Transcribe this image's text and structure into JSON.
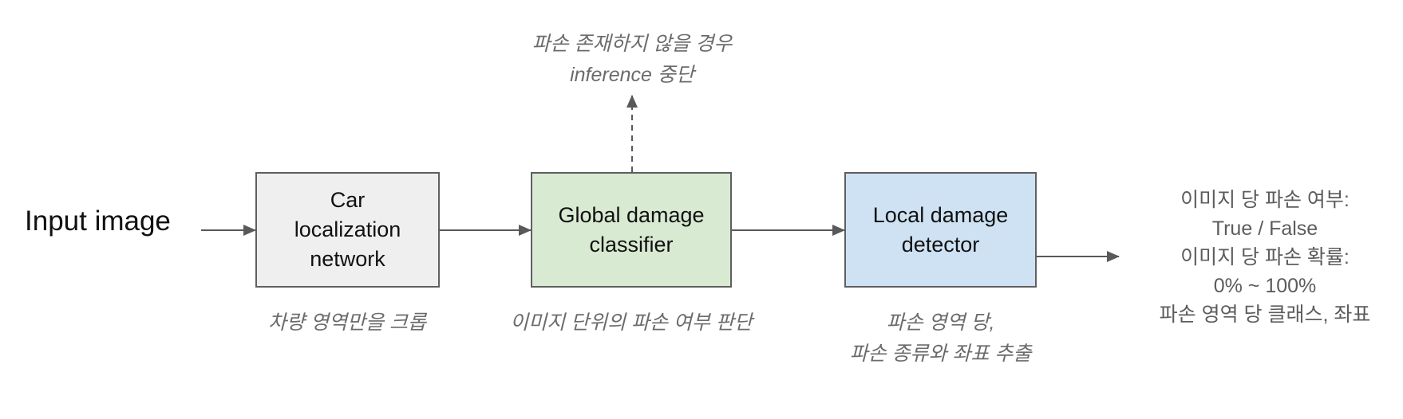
{
  "input_label": "Input image",
  "nodes": {
    "car_localization": {
      "label": "Car\nlocalization\nnetwork",
      "fill": "#efefef",
      "caption": "차량 영역만을 크롭"
    },
    "global_classifier": {
      "label": "Global damage\nclassifier",
      "fill": "#d9ead3",
      "caption": "이미지 단위의 파손 여부 판단"
    },
    "local_detector": {
      "label": "Local damage\ndetector",
      "fill": "#cfe2f3",
      "caption": "파손 영역 당,\n파손 종류와 좌표 추출"
    }
  },
  "stop_note": "파손 존재하지 않을 경우\ninference 중단",
  "output_text": "이미지 당 파손 여부:\nTrue / False\n이미지 당 파손 확률:\n0% ~ 100%\n파손 영역 당 클래스, 좌표",
  "colors": {
    "edge": "#595959",
    "border": "#5f5f5f"
  }
}
